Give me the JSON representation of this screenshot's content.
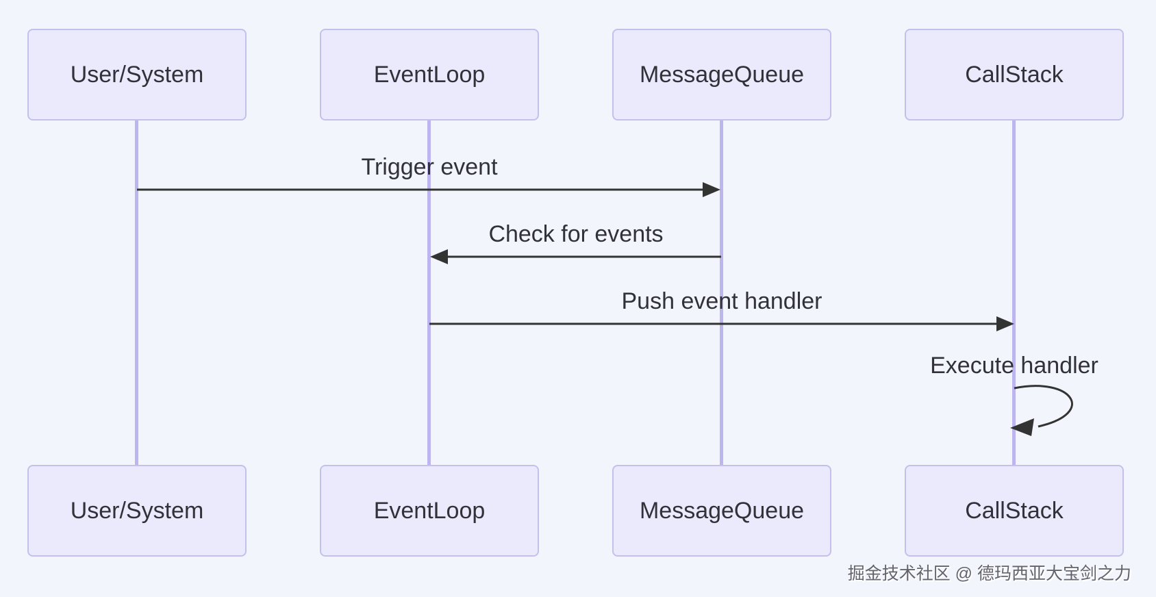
{
  "diagram": {
    "type": "sequence-diagram",
    "actors": [
      {
        "name": "User/System"
      },
      {
        "name": "EventLoop"
      },
      {
        "name": "MessageQueue"
      },
      {
        "name": "CallStack"
      }
    ],
    "messages": [
      {
        "label": "Trigger event",
        "from": "User/System",
        "to": "MessageQueue",
        "arrow": "solid-filled-arrow-right"
      },
      {
        "label": "Check for events",
        "from": "MessageQueue",
        "to": "EventLoop",
        "arrow": "solid-filled-arrow-left"
      },
      {
        "label": "Push event handler",
        "from": "EventLoop",
        "to": "CallStack",
        "arrow": "solid-filled-arrow-right"
      },
      {
        "label": "Execute handler",
        "from": "CallStack",
        "to": "CallStack",
        "arrow": "self-loop"
      }
    ],
    "watermark": "掘金技术社区 @ 德玛西亚大宝剑之力",
    "colors": {
      "background": "#f3f5fc",
      "actor_fill": "#eaeafc",
      "actor_border": "#c3c0ec",
      "lifeline": "#bdb5ee",
      "arrow": "#333333",
      "text": "#313139",
      "watermark_text": "#63636d"
    }
  }
}
